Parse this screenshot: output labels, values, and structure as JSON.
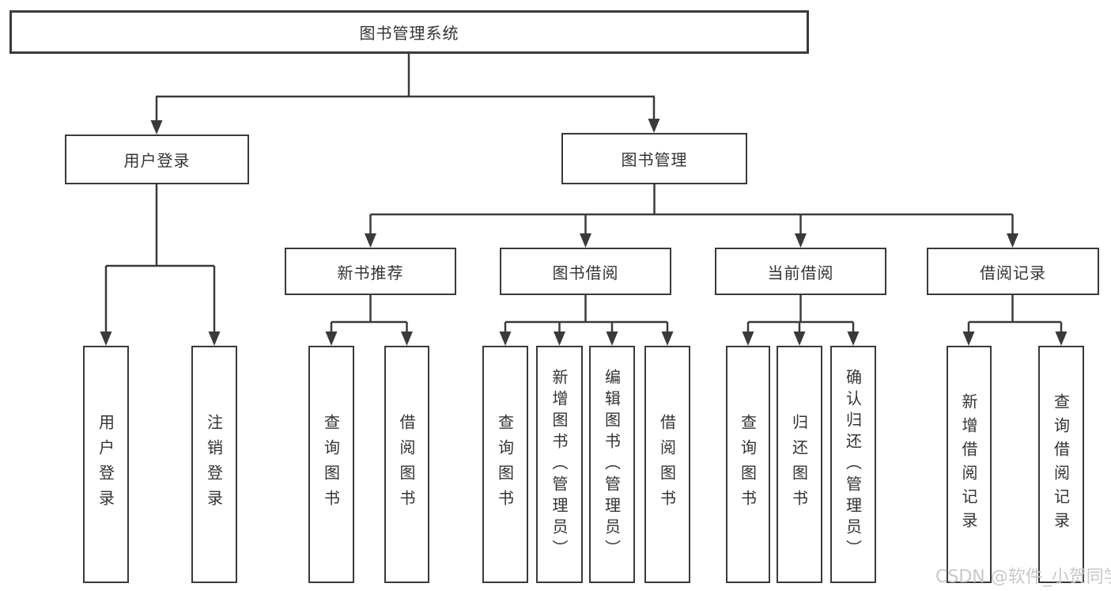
{
  "diagram": {
    "type": "tree",
    "root": {
      "label": "图书管理系统",
      "children": [
        {
          "label": "用户登录",
          "children": [
            {
              "label": "用户登录"
            },
            {
              "label": "注销登录"
            }
          ]
        },
        {
          "label": "图书管理",
          "children": [
            {
              "label": "新书推荐",
              "children": [
                {
                  "label": "查询图书"
                },
                {
                  "label": "借阅图书"
                }
              ]
            },
            {
              "label": "图书借阅",
              "children": [
                {
                  "label": "查询图书"
                },
                {
                  "label": "新增图书（管理员）"
                },
                {
                  "label": "编辑图书（管理员）"
                },
                {
                  "label": "借阅图书"
                }
              ]
            },
            {
              "label": "当前借阅",
              "children": [
                {
                  "label": "查询图书"
                },
                {
                  "label": "归还图书"
                },
                {
                  "label": "确认归还（管理员）"
                }
              ]
            },
            {
              "label": "借阅记录",
              "children": [
                {
                  "label": "新增借阅记录"
                },
                {
                  "label": "查询借阅记录"
                }
              ]
            }
          ]
        }
      ]
    }
  },
  "watermark": {
    "text": "CSDN @软件_小贺同学"
  },
  "colors": {
    "line": "#3a3a3a",
    "text": "#333333",
    "background": "#ffffff",
    "watermark": "#c8c8c8"
  }
}
